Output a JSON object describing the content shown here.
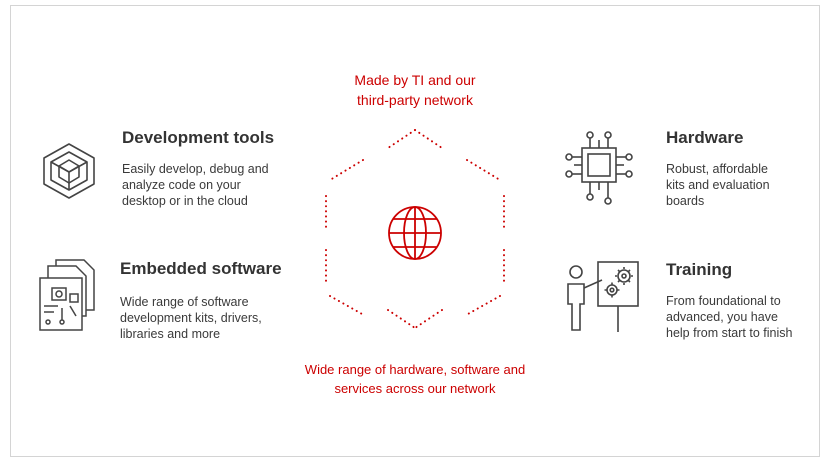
{
  "center": {
    "top_label": [
      "Made by TI and our",
      "third-party network"
    ],
    "bottom_label": [
      "Wide range of hardware, software and",
      "services across our network"
    ],
    "icon": "globe-icon"
  },
  "cards": {
    "development_tools": {
      "title": "Development tools",
      "desc": [
        "Easily develop, debug and",
        "analyze code on your",
        "desktop or in the cloud"
      ],
      "icon": "cube-layers-icon"
    },
    "embedded_software": {
      "title": "Embedded software",
      "desc": [
        "Wide range of software",
        "development kits, drivers,",
        "libraries and more"
      ],
      "icon": "documents-circuit-icon"
    },
    "hardware": {
      "title": "Hardware",
      "desc": [
        "Robust, affordable",
        "kits and evaluation",
        "boards"
      ],
      "icon": "chip-icon"
    },
    "training": {
      "title": "Training",
      "desc": [
        "From foundational to",
        "advanced, you have",
        "help from start to finish"
      ],
      "icon": "presenter-gears-icon"
    }
  },
  "colors": {
    "accent": "#cc0000",
    "text": "#333333",
    "icon": "#444444",
    "border": "#d4d4d4"
  }
}
